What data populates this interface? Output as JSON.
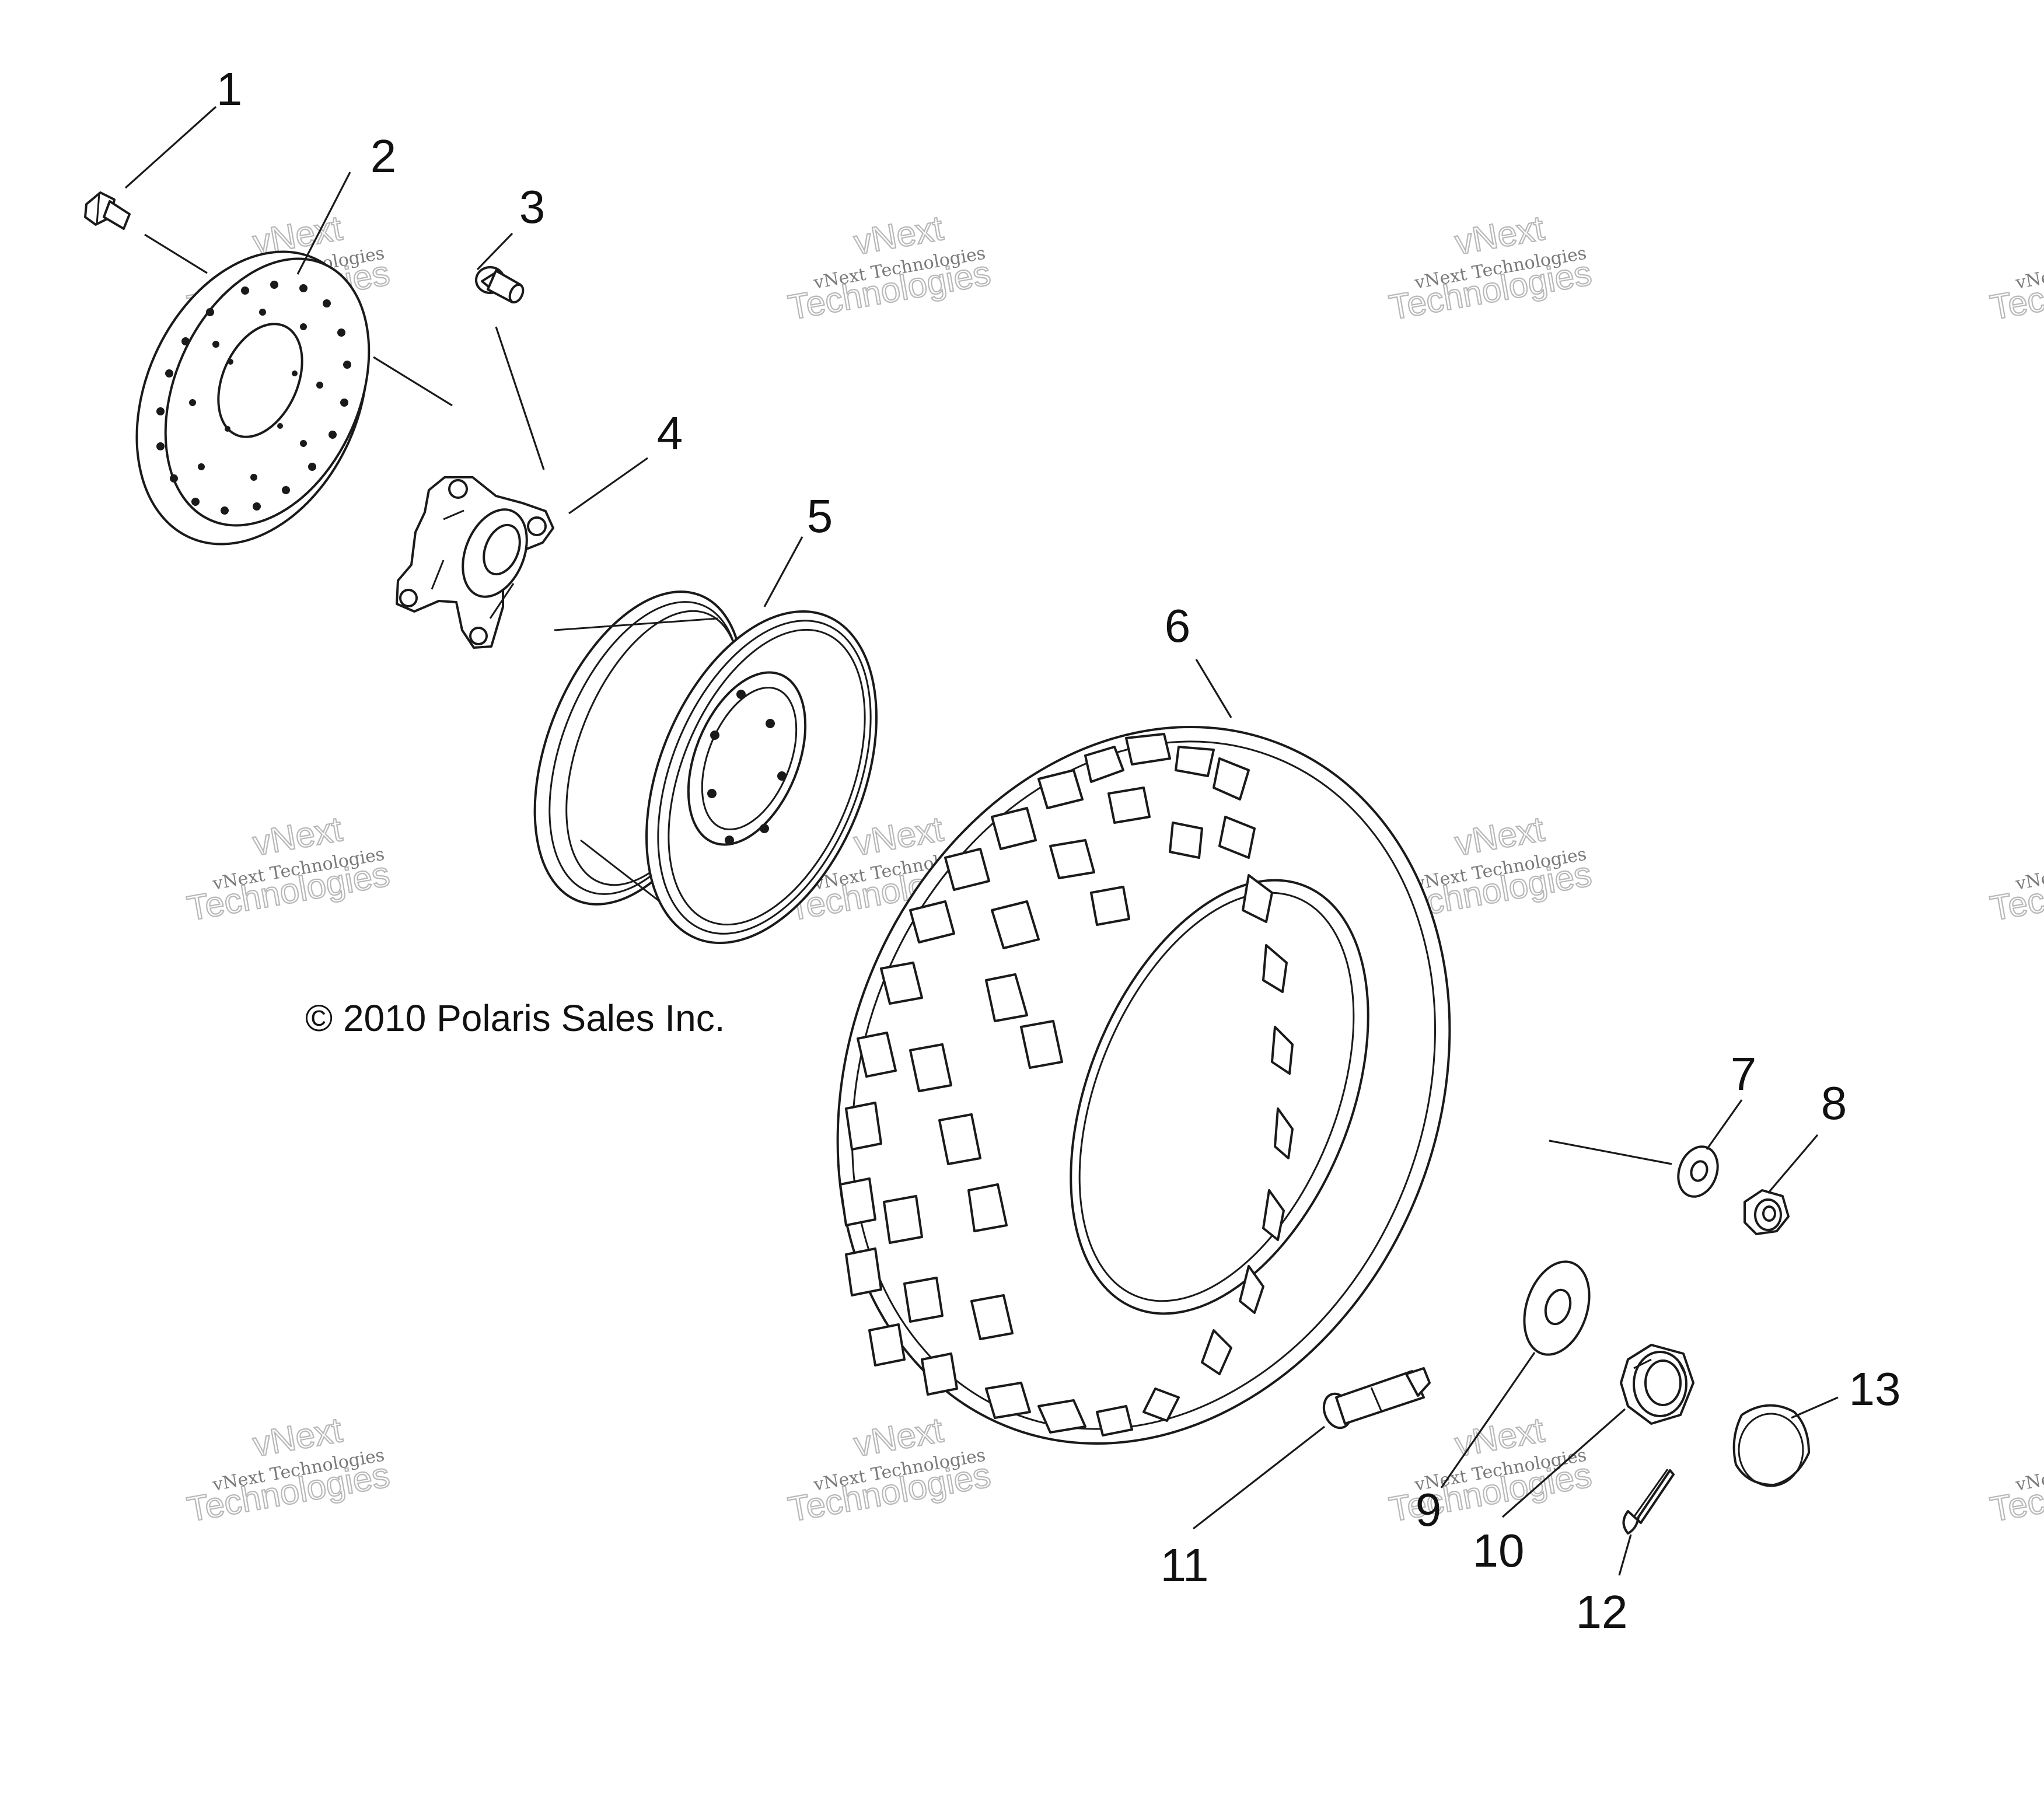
{
  "copyright": "© 2010 Polaris Sales Inc.",
  "watermark": {
    "line1": "vNext Technologies",
    "line2": "vNext",
    "line3": "Technologies"
  },
  "callouts": [
    "1",
    "2",
    "3",
    "4",
    "5",
    "6",
    "7",
    "8",
    "9",
    "10",
    "11",
    "12",
    "13"
  ],
  "colors": {
    "ink": "#1a1a1a",
    "watermark": "#b8b8b8",
    "background": "#ffffff"
  }
}
